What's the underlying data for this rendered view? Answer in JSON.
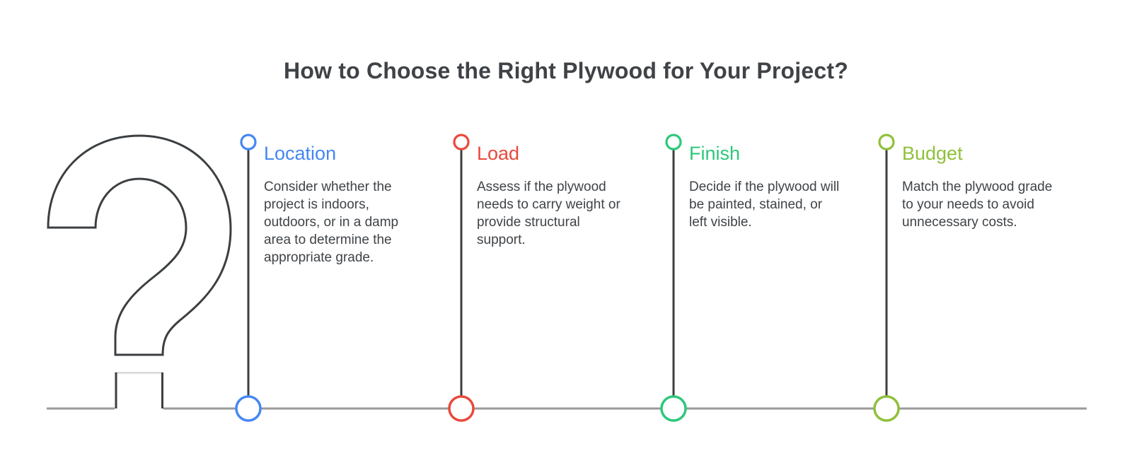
{
  "title": "How to Choose the Right Plywood for Your Project?",
  "decoration": {
    "question_mark_symbol": "?"
  },
  "colors": {
    "dark_line": "#3b3f42",
    "baseline_gray": "#9a9a9a",
    "notch_top_gray": "#cfcfcf",
    "text_dark": "#3f4347"
  },
  "steps": [
    {
      "label": "Location",
      "color": "#4587f4",
      "description": "Consider whether the project is indoors, outdoors, or in a damp area to determine the appropriate grade."
    },
    {
      "label": "Load",
      "color": "#e9493c",
      "description": "Assess if the plywood needs to carry weight or provide structural support."
    },
    {
      "label": "Finish",
      "color": "#2cc879",
      "description": "Decide if the plywood will be painted, stained, or left visible."
    },
    {
      "label": "Budget",
      "color": "#90c03c",
      "description": "Match the plywood grade to your needs to avoid unnecessary costs."
    }
  ]
}
